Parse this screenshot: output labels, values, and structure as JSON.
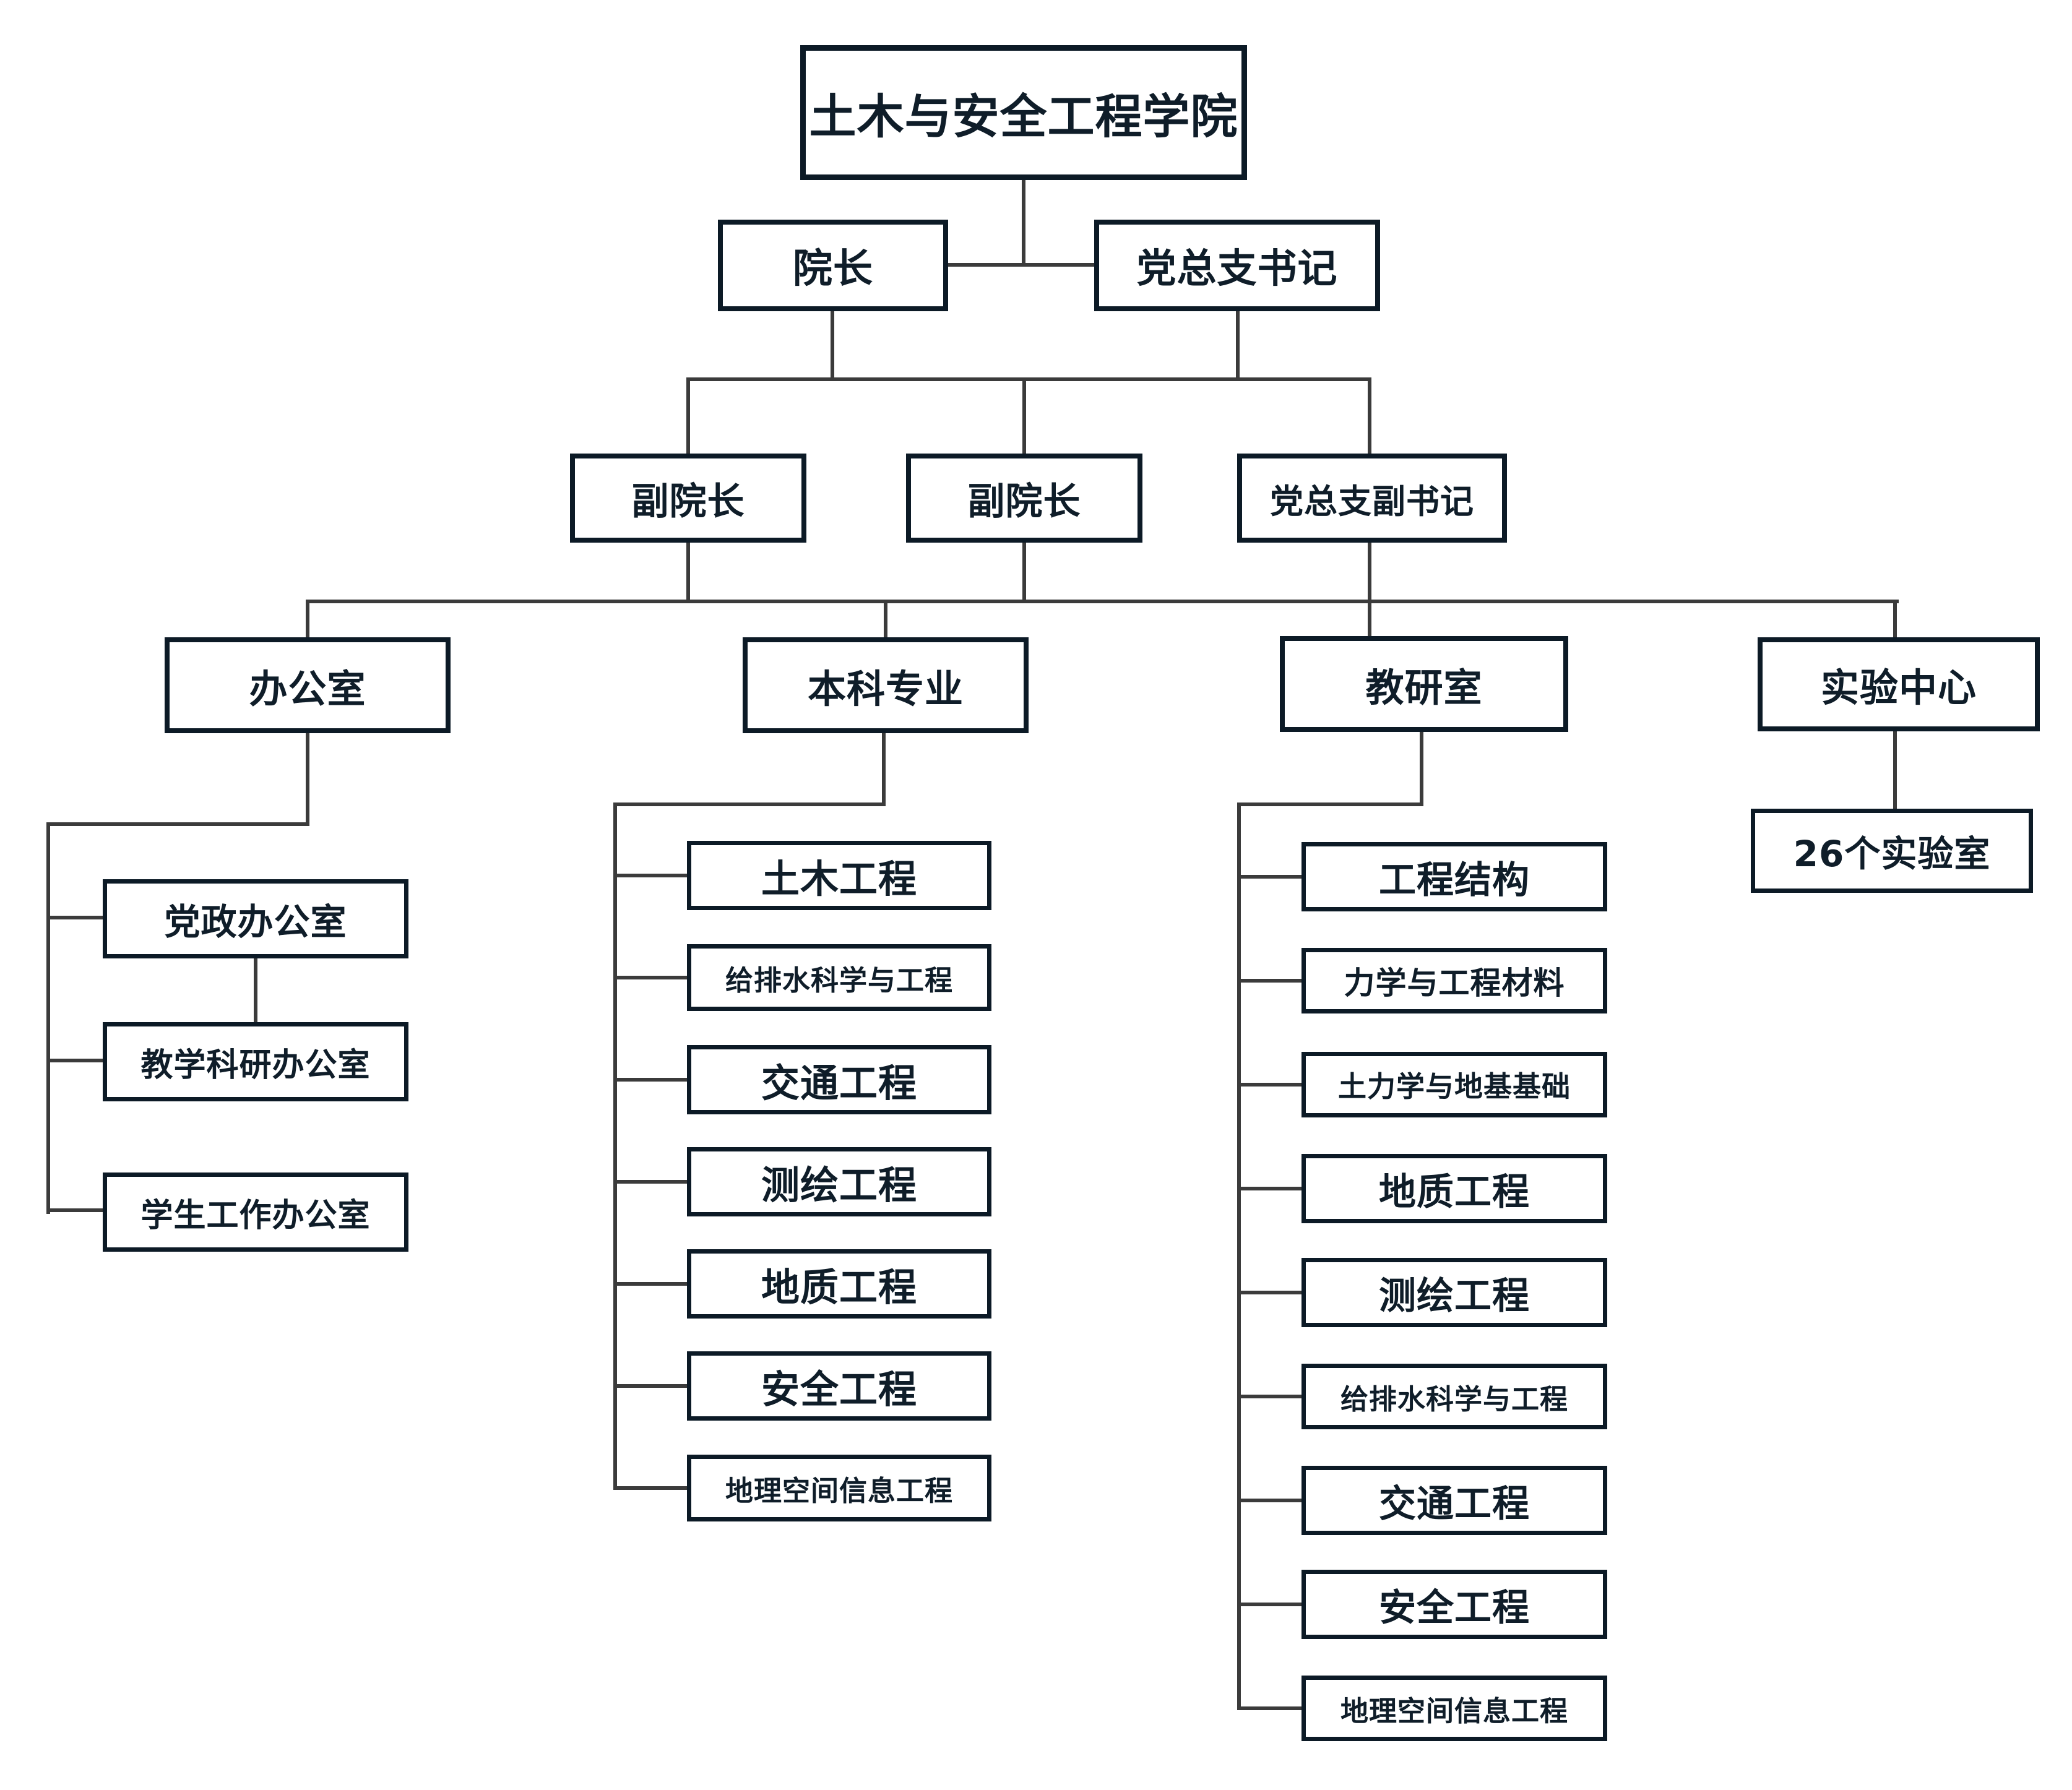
{
  "org": {
    "root": {
      "label": "土木与安全工程学院"
    },
    "leaders": [
      {
        "label": "院长"
      },
      {
        "label": "党总支书记"
      }
    ],
    "deputies": [
      {
        "label": "副院长"
      },
      {
        "label": "副院长"
      },
      {
        "label": "党总支副书记"
      }
    ],
    "departments": [
      {
        "label": "办公室"
      },
      {
        "label": "本科专业"
      },
      {
        "label": "教研室"
      },
      {
        "label": "实验中心"
      }
    ],
    "offices": [
      {
        "label": "党政办公室"
      },
      {
        "label": "教学科研办公室"
      },
      {
        "label": "学生工作办公室"
      }
    ],
    "majors": [
      {
        "label": "土木工程"
      },
      {
        "label": "给排水科学与工程"
      },
      {
        "label": "交通工程"
      },
      {
        "label": "测绘工程"
      },
      {
        "label": "地质工程"
      },
      {
        "label": "安全工程"
      },
      {
        "label": "地理空间信息工程"
      }
    ],
    "research_sections": [
      {
        "label": "工程结构"
      },
      {
        "label": "力学与工程材料"
      },
      {
        "label": "土力学与地基基础"
      },
      {
        "label": "地质工程"
      },
      {
        "label": "测绘工程"
      },
      {
        "label": "给排水科学与工程"
      },
      {
        "label": "交通工程"
      },
      {
        "label": "安全工程"
      },
      {
        "label": "地理空间信息工程"
      }
    ],
    "labs": [
      {
        "label": "26个实验室"
      }
    ]
  },
  "colors": {
    "box_border": "#0c1a26",
    "text": "#0f1d29",
    "connector_line": "#3b3b3b",
    "background": "#ffffff"
  }
}
